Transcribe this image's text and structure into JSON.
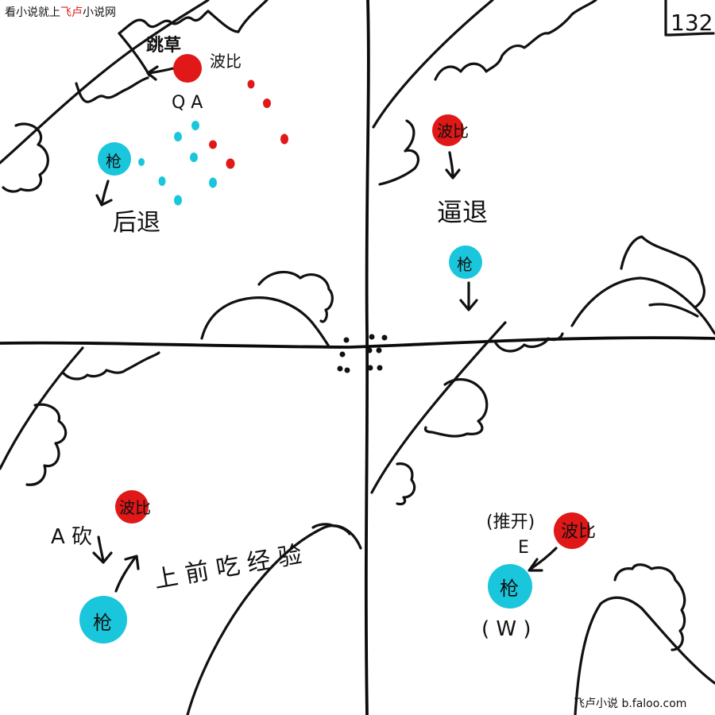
{
  "page_number": "132",
  "watermark_top": {
    "part1": "看小说就上",
    "part2_highlight": "飞卢",
    "part3": "小说网"
  },
  "watermark_bottom": "飞卢小说  b.faloo.com",
  "colors": {
    "red_unit": "#e01818",
    "cyan_unit": "#19c6dc",
    "ink": "#111111",
    "watermark_highlight": "#e31b1b"
  },
  "panel_top_left": {
    "red_unit_label": "波比",
    "cyan_unit_label": "枪",
    "text_jump": "跳草",
    "text_skill": "Q A",
    "text_retreat": "后退"
  },
  "panel_top_right": {
    "red_unit_label": "波比",
    "cyan_unit_label": "枪",
    "text_force_retreat": "逼退"
  },
  "panel_bottom_left": {
    "red_unit_label": "波比",
    "cyan_unit_label": "枪",
    "text_a_skill": "A 砍",
    "text_upper_lane": "上 前 吃 经 验"
  },
  "panel_bottom_right": {
    "red_unit_label": "波比",
    "cyan_unit_label": "枪",
    "text_e_skill": "(推开)",
    "text_e": "E",
    "text_w": "( W )"
  }
}
